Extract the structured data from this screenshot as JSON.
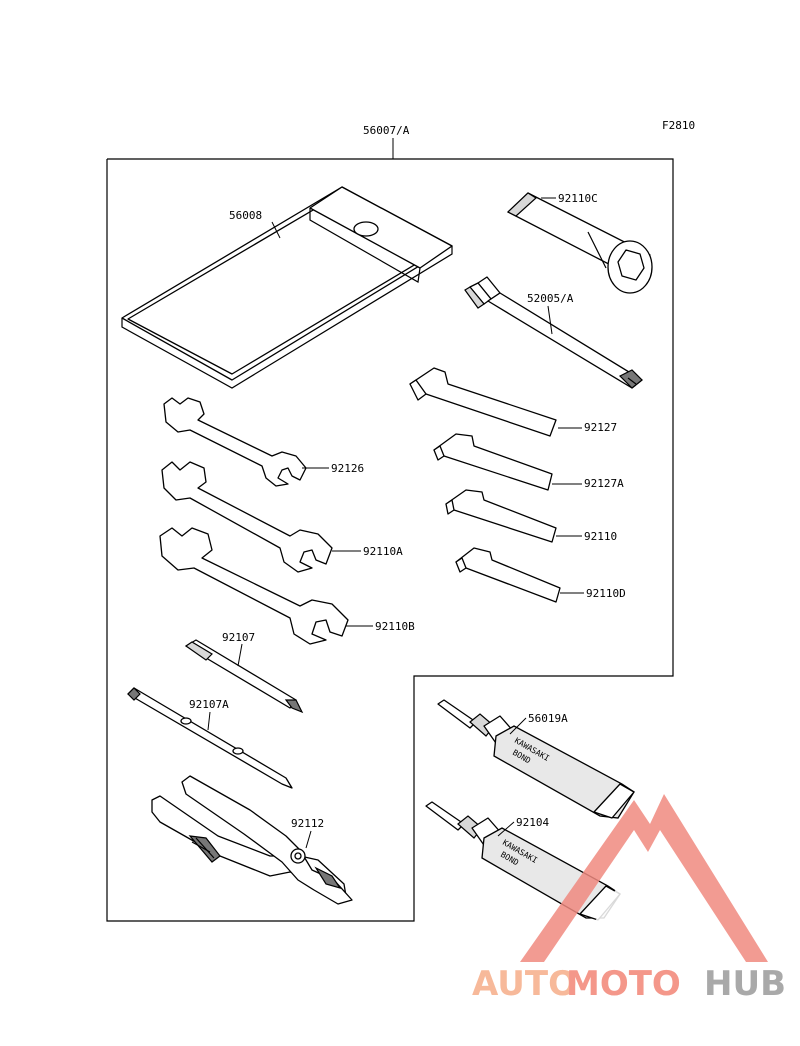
{
  "figure_code": "F2810",
  "parts": {
    "kit": "56007/A",
    "case": "56008",
    "box_wrench": "92110C",
    "extension_bar": "52005/A",
    "hex_92127": "92127",
    "hex_92127a": "92127A",
    "hex_92110": "92110",
    "hex_92110d": "92110D",
    "wrench_92126": "92126",
    "wrench_92110a": "92110A",
    "wrench_92110b": "92110B",
    "screwdriver_bit": "92107",
    "screwdriver": "92107A",
    "pliers": "92112",
    "bond_56019a": "56019A",
    "bond_92104": "92104"
  },
  "tube_text": {
    "line1": "KAWASAKI",
    "line2": "BOND"
  },
  "watermark": {
    "part1": "AUTO",
    "part2": "MOTO",
    "part3": "HUB",
    "color1": "#f7b99a",
    "color2": "#f4978a",
    "color3": "#a9a9a9"
  }
}
